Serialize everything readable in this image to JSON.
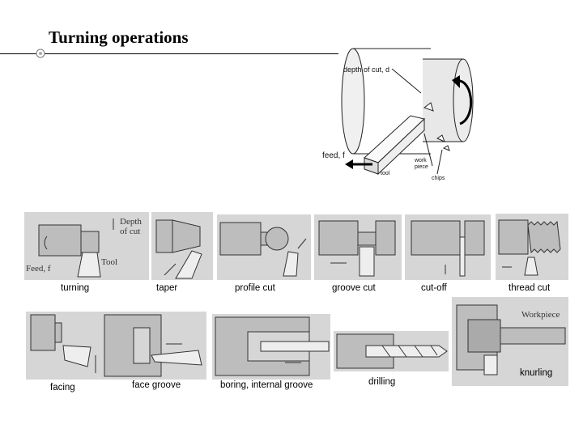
{
  "slide": {
    "title": "Turning operations"
  },
  "main_figure": {
    "depth_label": "depth of cut, d",
    "feed_label": "feed, f",
    "tool_label": "tool",
    "workpiece_label": "work\npiece",
    "chips_label": "chips"
  },
  "turning_panel": {
    "depth_label_1": "Depth",
    "depth_label_2": "of cut",
    "tool_label": "Tool",
    "feed_label": "Feed, f"
  },
  "knurling_panel": {
    "workpiece_label": "Workpiece"
  },
  "operations": {
    "turning": "turning",
    "taper": "taper",
    "profile_cut": "profile cut",
    "groove_cut": "groove cut",
    "cut_off": "cut-off",
    "thread_cut": "thread cut",
    "facing": "facing",
    "face_groove": "face groove",
    "boring": "boring, internal groove",
    "drilling": "drilling",
    "knurling": "knurling"
  }
}
